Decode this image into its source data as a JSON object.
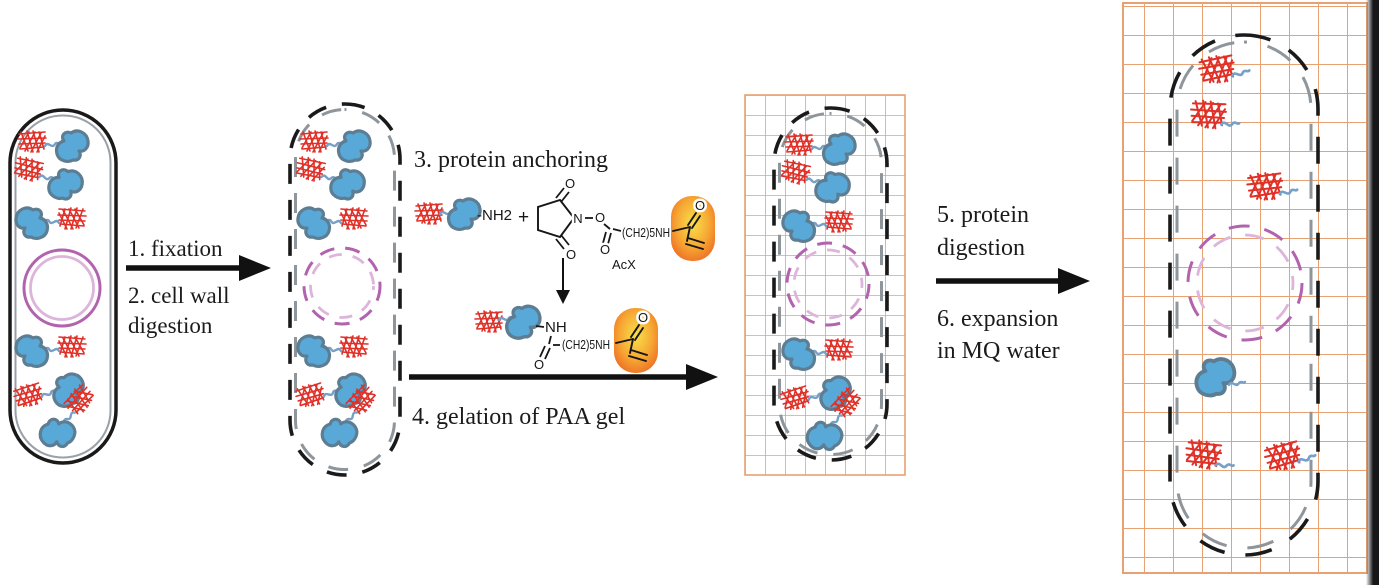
{
  "diagram": {
    "steps": {
      "s1": "1. fixation",
      "s2a": "2. cell wall",
      "s2b": "digestion",
      "s3": "3. protein anchoring",
      "s4": "4. gelation of PAA gel",
      "s5a": "5. protein",
      "s5b": "digestion",
      "s6a": "6. expansion",
      "s6b": "in MQ water"
    },
    "chem": {
      "amine": "-NH2",
      "plus": "+",
      "n_atom": "N",
      "o_atom": "O",
      "linker": "(CH2)5NH",
      "acx": "AcX",
      "amide": "NH"
    },
    "colors": {
      "protein_fill": "#58a8d8",
      "protein_stroke": "#5d7d93",
      "label_red": "#e03028",
      "nucleoid_purple": "#b263ae",
      "nucleoid_pink": "#ddb5da",
      "gel_grid": "#e8a172",
      "membrane_black": "#1a1a1a",
      "membrane_gray": "#8e959b"
    }
  }
}
